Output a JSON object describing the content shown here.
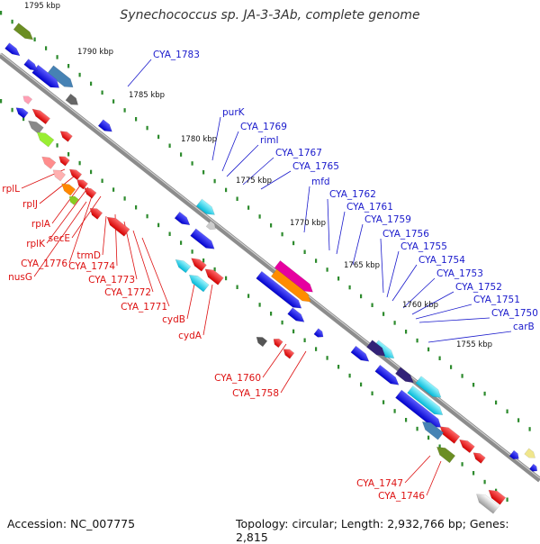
{
  "title": "Synechococcus sp. JA-3-3Ab, complete genome",
  "footer": {
    "accession": "Accession: NC_007775",
    "info": "Topology: circular; Length: 2,932,766 bp; Genes: 2,815"
  },
  "colors": {
    "backbone": "#8c8c8c",
    "tick": "#2e8b2e",
    "forward_label": "#1a1acc",
    "reverse_label": "#dd1111"
  },
  "scale_labels": [
    "1795 kbp",
    "1790 kbp",
    "1785 kbp",
    "1780 kbp",
    "1775 kbp",
    "1770 kbp",
    "1765 kbp",
    "1760 kbp",
    "1755 kbp"
  ],
  "forward_genes": [
    "CYA_1783",
    "purK",
    "CYA_1769",
    "rimI",
    "CYA_1767",
    "CYA_1765",
    "mfd",
    "CYA_1762",
    "CYA_1761",
    "CYA_1759",
    "CYA_1756",
    "CYA_1755",
    "CYA_1754",
    "CYA_1753",
    "CYA_1752",
    "CYA_1751",
    "CYA_1750",
    "carB"
  ],
  "reverse_genes": [
    "rplL",
    "rplJ",
    "rplA",
    "rplK",
    "secE",
    "CYA_1776",
    "nusG",
    "trmD",
    "CYA_1774",
    "CYA_1773",
    "CYA_1772",
    "CYA_1771",
    "cydB",
    "cydA",
    "CYA_1760",
    "CYA_1758",
    "CYA_1747",
    "CYA_1746"
  ]
}
